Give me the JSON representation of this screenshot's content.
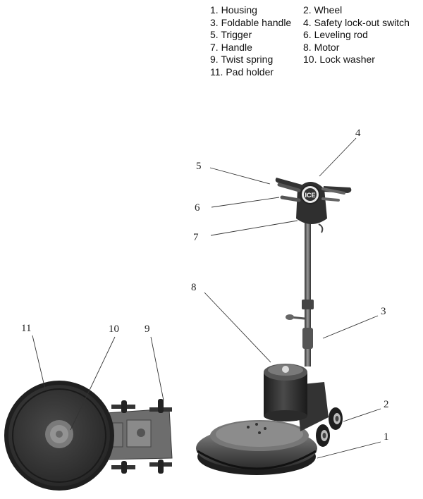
{
  "legend": [
    {
      "num": "1",
      "label": "Housing"
    },
    {
      "num": "2",
      "label": "Wheel"
    },
    {
      "num": "3",
      "label": "Foldable handle"
    },
    {
      "num": "4",
      "label": "Safety lock-out switch"
    },
    {
      "num": "5",
      "label": "Trigger"
    },
    {
      "num": "6",
      "label": "Leveling rod"
    },
    {
      "num": "7",
      "label": "Handle"
    },
    {
      "num": "8",
      "label": "Motor"
    },
    {
      "num": "9",
      "label": "Twist spring"
    },
    {
      "num": "10",
      "label": "Lock washer"
    },
    {
      "num": "11",
      "label": "Pad holder"
    }
  ],
  "callouts": {
    "c1": "1",
    "c2": "2",
    "c3": "3",
    "c4": "4",
    "c5": "5",
    "c6": "6",
    "c7": "7",
    "c8": "8",
    "c9": "9",
    "c10": "10",
    "c11": "11"
  },
  "logo_text": "ICE",
  "colors": {
    "body_dark": "#3a3a3a",
    "body_mid": "#6a6a6a",
    "body_light": "#a8a8a8",
    "pad_dark": "#2e2e2e"
  }
}
